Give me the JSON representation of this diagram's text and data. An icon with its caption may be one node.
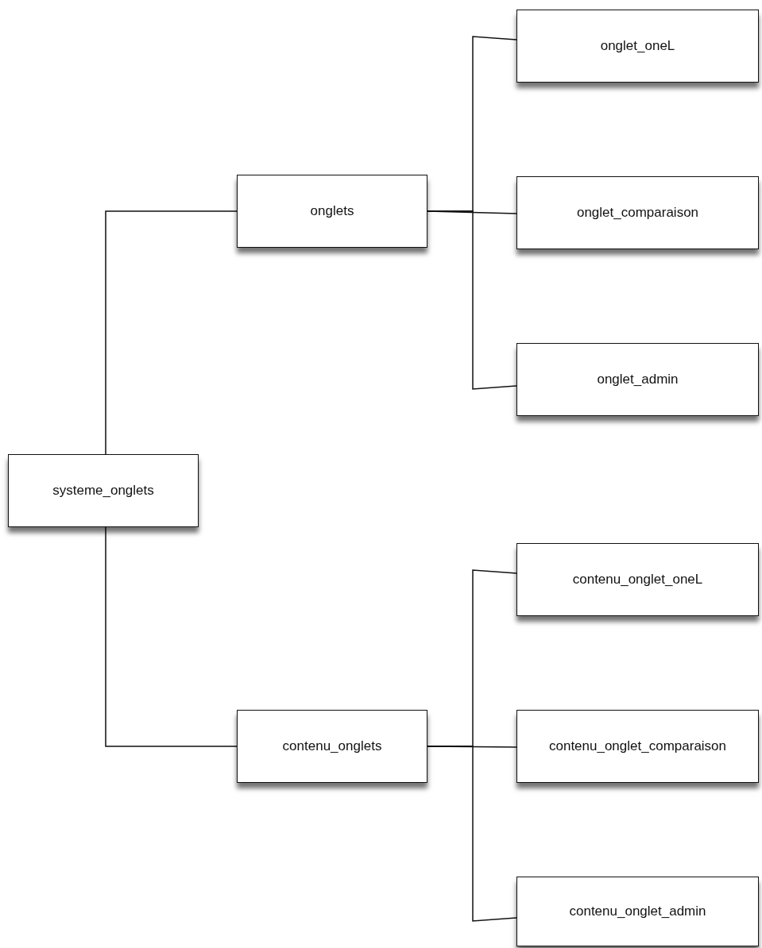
{
  "diagram": {
    "nodes": [
      {
        "text": [
          "systeme_onglets"
        ]
      },
      {
        "text": [
          "onglets"
        ]
      },
      {
        "text": [
          "contenu_onglets"
        ]
      },
      {
        "text": [
          "onglet_oneL"
        ]
      },
      {
        "text": [
          "onglet_comparaison"
        ]
      },
      {
        "text": [
          "onglet_admin"
        ]
      },
      {
        "text": [
          "contenu_onglet_oneL"
        ]
      },
      {
        "text": [
          "contenu_onglet_comparaison"
        ]
      },
      {
        "text": [
          "contenu_onglet_admin"
        ]
      }
    ],
    "edges": [
      {
        "from": 0,
        "to": 1,
        "arrow": "none"
      },
      {
        "from": 0,
        "to": 2,
        "arrow": "none"
      },
      {
        "from": 1,
        "to": 3,
        "arrow": "none"
      },
      {
        "from": 1,
        "to": 4,
        "arrow": "none"
      },
      {
        "from": 1,
        "to": 5,
        "arrow": "none"
      },
      {
        "from": 2,
        "to": 6,
        "arrow": "none"
      },
      {
        "from": 2,
        "to": 7,
        "arrow": "none"
      },
      {
        "from": 2,
        "to": 8,
        "arrow": "none"
      }
    ]
  }
}
